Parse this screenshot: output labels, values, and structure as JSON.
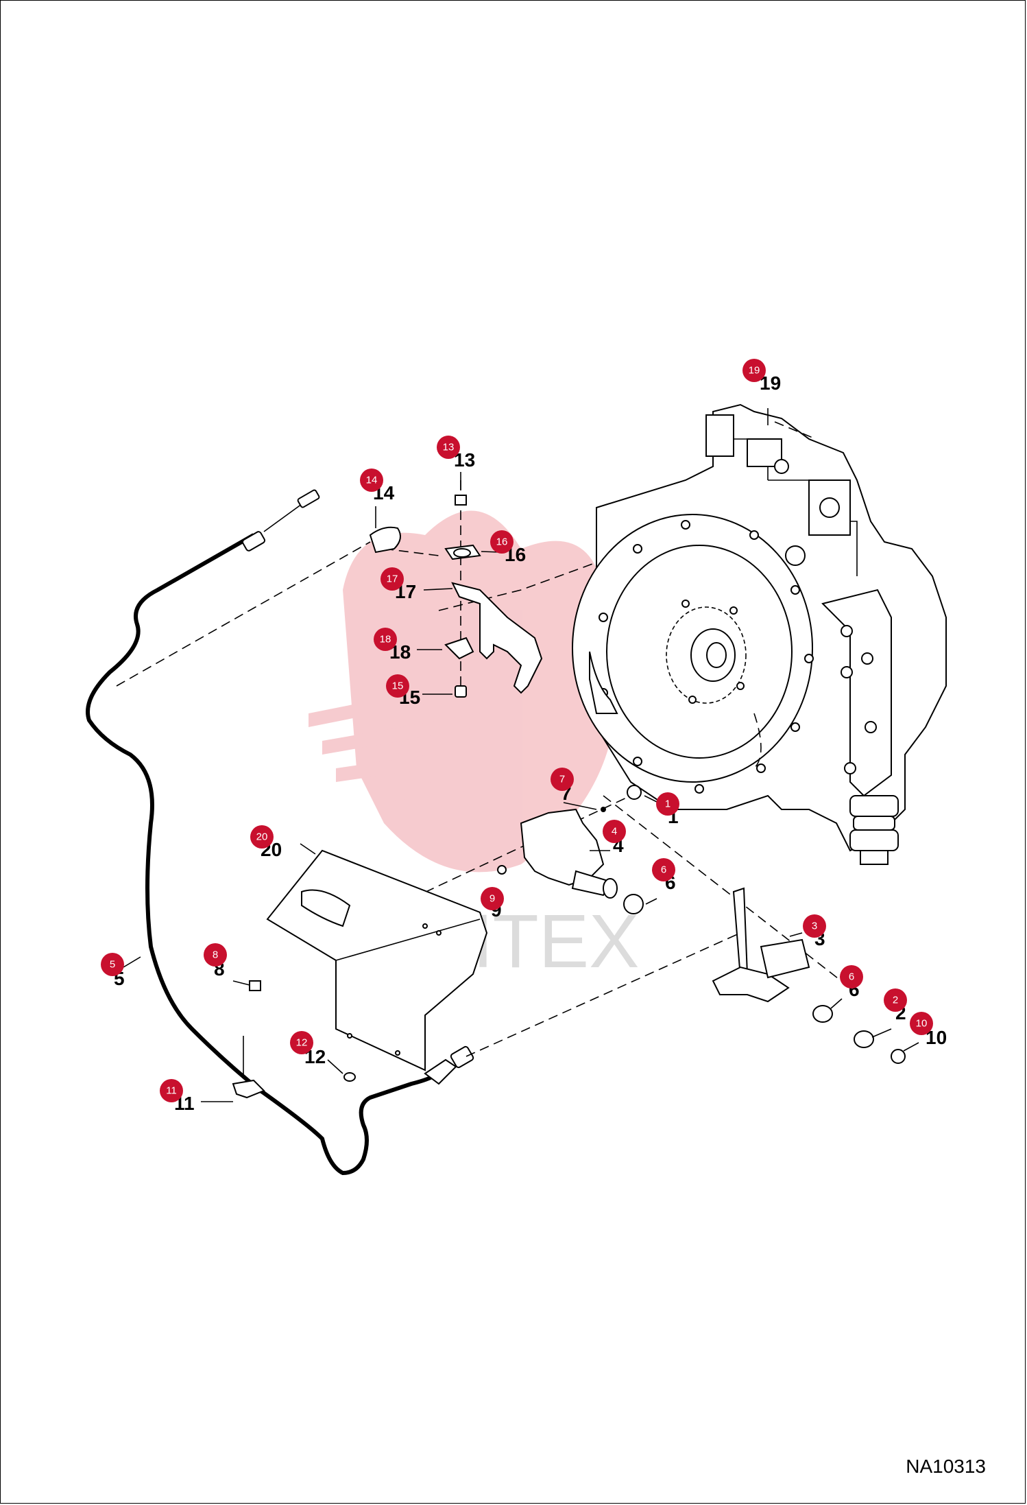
{
  "drawing_id": "NA10313",
  "watermark": "ИНТЕХ",
  "colors": {
    "badge": "#c8102e",
    "watermark": "#f2b8bd"
  },
  "callouts": [
    {
      "part": "1"
    },
    {
      "part": "2"
    },
    {
      "part": "3"
    },
    {
      "part": "4"
    },
    {
      "part": "5"
    },
    {
      "part": "6"
    },
    {
      "part": "6"
    },
    {
      "part": "7"
    },
    {
      "part": "8"
    },
    {
      "part": "9"
    },
    {
      "part": "10"
    },
    {
      "part": "11"
    },
    {
      "part": "12"
    },
    {
      "part": "13"
    },
    {
      "part": "14"
    },
    {
      "part": "15"
    },
    {
      "part": "16"
    },
    {
      "part": "17"
    },
    {
      "part": "18"
    },
    {
      "part": "19"
    },
    {
      "part": "20"
    }
  ]
}
